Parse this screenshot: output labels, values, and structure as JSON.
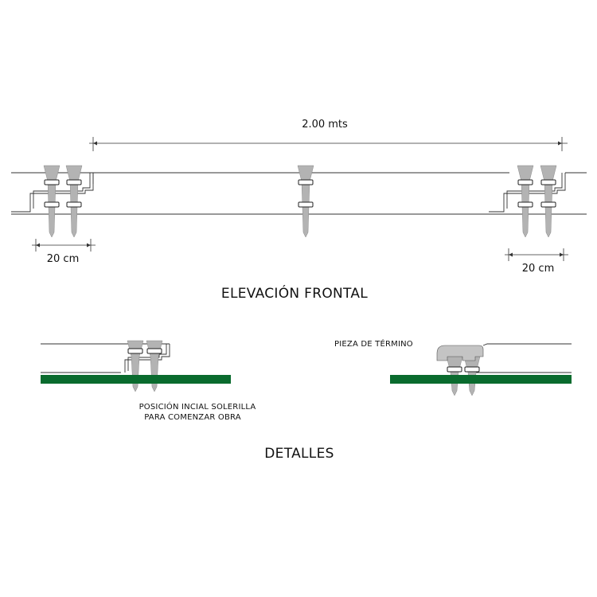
{
  "elevation": {
    "total_length_label": "2.00 mts",
    "spacing_left_label": "20 cm",
    "spacing_right_label": "20 cm",
    "title": "ELEVACIÓN FRONTAL"
  },
  "details": {
    "start_position_line1": "POSICIÓN INCIAL SOLERILLA",
    "start_position_line2": "PARA COMENZAR OBRA",
    "end_piece_label": "PIEZA DE TÉRMINO",
    "title": "DETALLES"
  },
  "colors": {
    "line": "#333333",
    "stake": "#b3b3b3",
    "clip": "#ffffff",
    "ground": "#0a6b2e",
    "end_piece": "#c4c4c4"
  }
}
